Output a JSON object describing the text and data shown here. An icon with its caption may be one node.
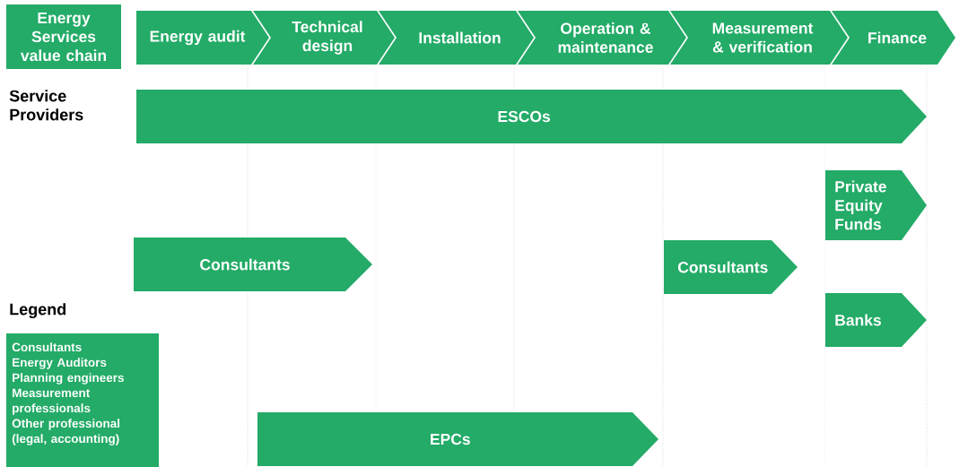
{
  "diagram": {
    "nodes": [
      {
        "text": [
          "Energy Services value chain"
        ]
      },
      {
        "text": [
          "Energy audit"
        ]
      },
      {
        "text": [
          "Technical design"
        ]
      },
      {
        "text": [
          "Installation"
        ]
      },
      {
        "text": [
          "Operation & maintenance"
        ]
      },
      {
        "text": [
          "Measurement & verification"
        ]
      },
      {
        "text": [
          "Finance"
        ]
      },
      {
        "text": [
          "ESCOs"
        ]
      },
      {
        "text": [
          "Private Equity Funds"
        ]
      },
      {
        "text": [
          "Consultants"
        ]
      },
      {
        "text": [
          "Consultants"
        ]
      },
      {
        "text": [
          "Banks"
        ]
      },
      {
        "text": [
          "Consultants",
          "Energy Auditors",
          "Planning engineers",
          "Measurement professionals",
          "Other professional (legal, accounting)"
        ]
      },
      {
        "text": [
          "EPCs"
        ]
      }
    ],
    "edges": [],
    "labels": [
      "Service Providers",
      "Legend"
    ]
  }
}
